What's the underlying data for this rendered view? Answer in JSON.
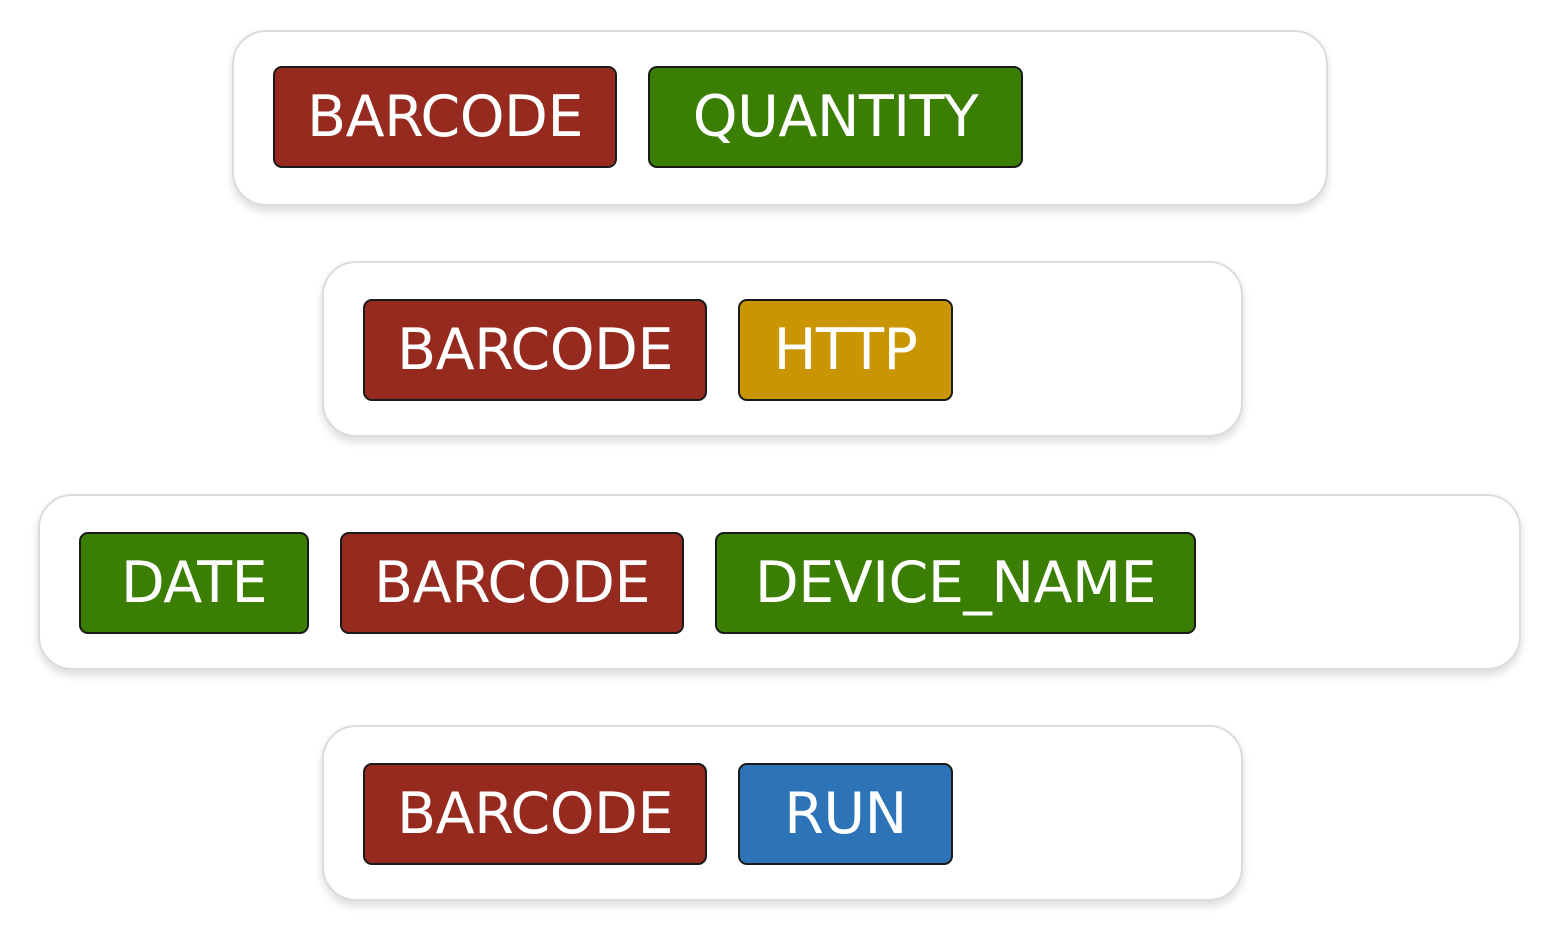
{
  "colors": {
    "barcode": "#962a1f",
    "green": "#3a7f03",
    "http": "#c99500",
    "run": "#2c73b8"
  },
  "rows": [
    {
      "tokens": [
        {
          "label": "BARCODE",
          "color": "barcode"
        },
        {
          "label": "QUANTITY",
          "color": "green"
        }
      ]
    },
    {
      "tokens": [
        {
          "label": "BARCODE",
          "color": "barcode"
        },
        {
          "label": "HTTP",
          "color": "http"
        }
      ]
    },
    {
      "tokens": [
        {
          "label": "DATE",
          "color": "green"
        },
        {
          "label": "BARCODE",
          "color": "barcode"
        },
        {
          "label": "DEVICE_NAME",
          "color": "green"
        }
      ]
    },
    {
      "tokens": [
        {
          "label": "BARCODE",
          "color": "barcode"
        },
        {
          "label": "RUN",
          "color": "run"
        }
      ]
    }
  ]
}
